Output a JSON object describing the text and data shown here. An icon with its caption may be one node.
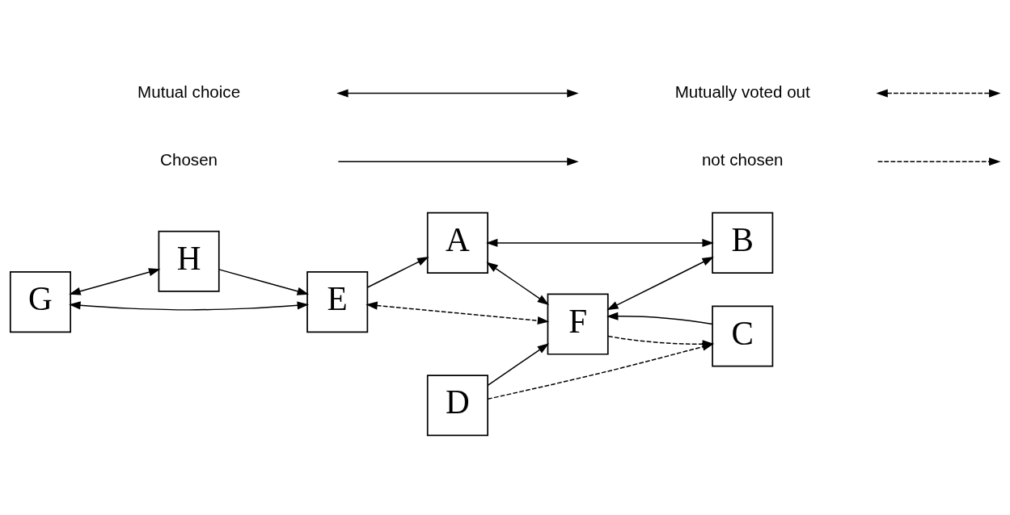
{
  "diagram": {
    "nodes": [
      {
        "text": [
          "G"
        ]
      },
      {
        "text": [
          "H"
        ]
      },
      {
        "text": [
          "E"
        ]
      },
      {
        "text": [
          "F"
        ]
      },
      {
        "text": [
          "D"
        ]
      },
      {
        "text": [
          "C"
        ]
      },
      {
        "text": [
          "A"
        ]
      },
      {
        "text": [
          "B"
        ]
      }
    ],
    "edges": [
      {
        "from": 0,
        "to": 2,
        "arrow": "both"
      },
      {
        "from": 0,
        "to": 1,
        "arrow": "both"
      },
      {
        "from": 1,
        "to": 2,
        "arrow": "to"
      },
      {
        "from": 2,
        "to": 3,
        "arrow": "both",
        "style": "dashed"
      },
      {
        "from": 2,
        "to": 6,
        "arrow": "to"
      },
      {
        "from": 6,
        "to": 3,
        "arrow": "both"
      },
      {
        "from": 4,
        "to": 3,
        "arrow": "to"
      },
      {
        "from": 4,
        "to": 5,
        "arrow": "to",
        "style": "dashed"
      },
      {
        "from": 3,
        "to": 5,
        "arrow": "to",
        "style": "dashed"
      },
      {
        "from": 5,
        "to": 3,
        "arrow": "to"
      },
      {
        "from": 3,
        "to": 7,
        "arrow": "both"
      },
      {
        "from": 6,
        "to": 7,
        "arrow": "both"
      }
    ],
    "legend": [
      {
        "text": "Chosen"
      },
      {
        "text": "not chosen"
      },
      {
        "text": "Mutual choice"
      },
      {
        "text": "Mutually voted out"
      }
    ]
  }
}
